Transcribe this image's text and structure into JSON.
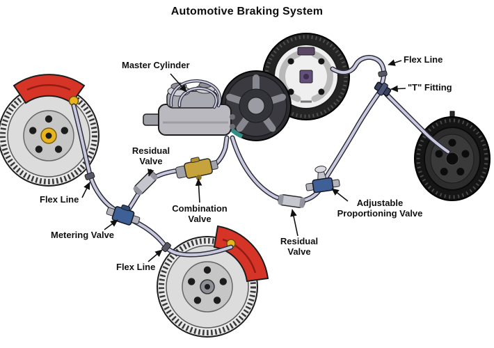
{
  "title": "Automotive Braking System",
  "labels": [
    {
      "name": "master-cylinder",
      "text": "Master Cylinder"
    },
    {
      "name": "flex-line-top-right",
      "text": "Flex Line"
    },
    {
      "name": "t-fitting",
      "text": "\"T\" Fitting"
    },
    {
      "name": "residual-valve-front",
      "text": "Residual\nValve"
    },
    {
      "name": "combination-valve",
      "text": "Combination\nValve"
    },
    {
      "name": "flex-line-front",
      "text": "Flex Line"
    },
    {
      "name": "metering-valve",
      "text": "Metering Valve"
    },
    {
      "name": "flex-line-bottom",
      "text": "Flex Line"
    },
    {
      "name": "residual-valve-rear",
      "text": "Residual\nValve"
    },
    {
      "name": "adjustable-proportioning-valve",
      "text": "Adjustable\nProportioning Valve"
    }
  ],
  "components": [
    "front-disc-brake",
    "bottom-disc-brake",
    "master-cylinder",
    "brake-booster",
    "drum-brake-assembly",
    "rear-wheel-drum",
    "metering-valve",
    "combination-valve",
    "residual-valve-front",
    "residual-valve-rear",
    "adjustable-proportioning-valve",
    "t-fitting",
    "brake-lines",
    "flex-lines"
  ],
  "colors": {
    "caliper-red": "#d63426",
    "hub-yellow": "#e9b51f",
    "brake-line": "#c9c9df",
    "line-outline": "#2c2c38",
    "valve-blue": "#3f6096",
    "valve-brass": "#c7a33e",
    "rotor-face": "#dcdcdc",
    "drum-dark": "#242424",
    "ink": "#101010",
    "background": "#ffffff"
  }
}
